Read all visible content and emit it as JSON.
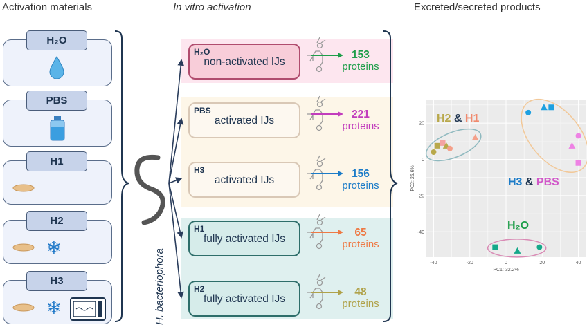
{
  "headers": {
    "left": "Activation materials",
    "middle": "In vitro activation",
    "right": "Excreted/secreted products"
  },
  "materials": [
    {
      "label": "H₂O",
      "icons": [
        "water-drop"
      ]
    },
    {
      "label": "PBS",
      "icons": [
        "bottle"
      ]
    },
    {
      "label": "H1",
      "icons": [
        "larva"
      ]
    },
    {
      "label": "H2",
      "icons": [
        "larva",
        "snowflake"
      ]
    },
    {
      "label": "H3",
      "icons": [
        "larva",
        "snowflake",
        "microwave"
      ]
    }
  ],
  "organism": "H. bacteriophora",
  "activations": [
    {
      "tag": "H₂O",
      "text": "non-activated IJs",
      "count": "153",
      "unit": "proteins",
      "color": "#1e9e4a",
      "border": "#b04c6e",
      "fill": "#f8cdd9"
    },
    {
      "tag": "PBS",
      "text": "activated IJs",
      "count": "221",
      "unit": "proteins",
      "color": "#c23dbd",
      "border": "#d9c8b6",
      "fill": "#fdf8f0"
    },
    {
      "tag": "H3",
      "text": "activated IJs",
      "count": "156",
      "unit": "proteins",
      "color": "#1c7cc8",
      "border": "#d9c8b6",
      "fill": "#fdf8f0"
    },
    {
      "tag": "H1",
      "text": "fully activated IJs",
      "count": "65",
      "unit": "proteins",
      "color": "#ee7a45",
      "border": "#2e6e6a",
      "fill": "#d6ecea"
    },
    {
      "tag": "H2",
      "text": "fully activated IJs",
      "count": "48",
      "unit": "proteins",
      "color": "#b0a24a",
      "border": "#2e6e6a",
      "fill": "#d6ecea"
    }
  ],
  "chart_data": {
    "type": "scatter",
    "xlabel": "PC1: 32.2%",
    "ylabel": "PC2: 25.6%",
    "xlim": [
      -44,
      44
    ],
    "ylim": [
      -54,
      33
    ],
    "xticks": [
      -40,
      -20,
      0,
      20,
      40
    ],
    "yticks": [
      -40,
      -20,
      0,
      20
    ],
    "grid": true,
    "annotations": [
      {
        "parts": [
          [
            "H2",
            "#b8a84a"
          ],
          [
            " & ",
            "#1f3550"
          ],
          [
            "H1",
            "#f08a6e"
          ]
        ]
      },
      {
        "parts": [
          [
            "H3",
            "#1c7cc8"
          ],
          [
            " & ",
            "#1f3550"
          ],
          [
            "PBS",
            "#d157c9"
          ]
        ]
      },
      {
        "parts": [
          [
            "H₂O",
            "#1e9e4a"
          ]
        ]
      }
    ],
    "points": [
      {
        "x": -40,
        "y": 4,
        "shape": "circle",
        "color": "#b8a84a"
      },
      {
        "x": -38,
        "y": 7.5,
        "shape": "square",
        "color": "#b8a84a"
      },
      {
        "x": -35,
        "y": 9,
        "shape": "square",
        "color": "#f4a3a3"
      },
      {
        "x": -33,
        "y": 7.5,
        "shape": "triangle",
        "color": "#b8a84a"
      },
      {
        "x": -31,
        "y": 6,
        "shape": "circle",
        "color": "#f4a08a"
      },
      {
        "x": -17,
        "y": 12,
        "shape": "triangle",
        "color": "#f4a08a"
      },
      {
        "x": 12.3,
        "y": 25.8,
        "shape": "circle",
        "color": "#1ea0e0"
      },
      {
        "x": 21,
        "y": 28.7,
        "shape": "triangle",
        "color": "#1ea0e0"
      },
      {
        "x": 25,
        "y": 28.7,
        "shape": "square",
        "color": "#1ea0e0"
      },
      {
        "x": 40,
        "y": 13,
        "shape": "circle",
        "color": "#ee82e4"
      },
      {
        "x": 36.5,
        "y": 7.5,
        "shape": "triangle",
        "color": "#ee82e4"
      },
      {
        "x": 40,
        "y": -2,
        "shape": "square",
        "color": "#ee82e4"
      },
      {
        "x": -6,
        "y": -48.5,
        "shape": "square",
        "color": "#16a88a"
      },
      {
        "x": 6.3,
        "y": -50.5,
        "shape": "triangle",
        "color": "#16a88a"
      },
      {
        "x": 18.5,
        "y": -48.5,
        "shape": "circle",
        "color": "#16a88a"
      }
    ]
  }
}
